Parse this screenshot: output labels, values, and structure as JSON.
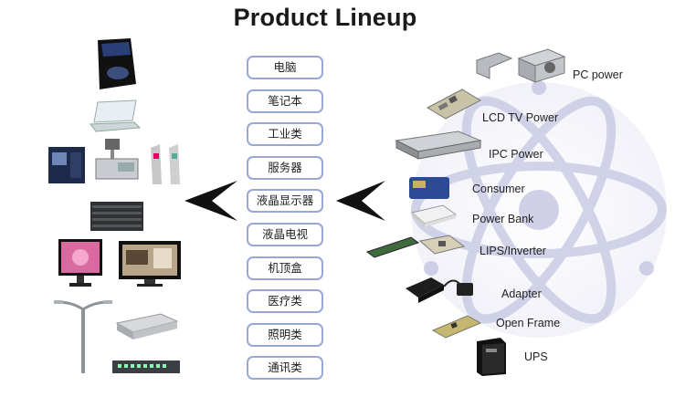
{
  "title": "Product Lineup",
  "categories": [
    "电脑",
    "笔记本",
    "工业类",
    "服务器",
    "液晶显示器",
    "液晶电视",
    "机顶盒",
    "医疗类",
    "照明类",
    "通讯类"
  ],
  "products": [
    "PC power",
    "LCD TV Power",
    "IPC Power",
    "Consumer",
    "Power Bank",
    "LIPS/Inverter",
    "Adapter",
    "Open Frame",
    "UPS"
  ],
  "icons": {
    "left": [
      "pc-tower-icon",
      "laptop-icon",
      "industrial-machine-icon",
      "pos-terminal-icon",
      "kiosk-icon",
      "server-rack-icon",
      "lcd-monitor-icon",
      "lcd-tv-icon",
      "street-lamp-icon",
      "set-top-box-icon",
      "network-switch-icon"
    ],
    "right": [
      "pc-power-supply-icon",
      "lcd-tv-power-board-icon",
      "ipc-power-unit-icon",
      "consumer-power-icon",
      "power-bank-icon",
      "lips-inverter-board-icon",
      "adapter-icon",
      "open-frame-board-icon",
      "ups-icon"
    ]
  },
  "colors": {
    "box_border": "#9aa6d6",
    "atom": "#c9cbe6",
    "arrow": "#111111"
  }
}
